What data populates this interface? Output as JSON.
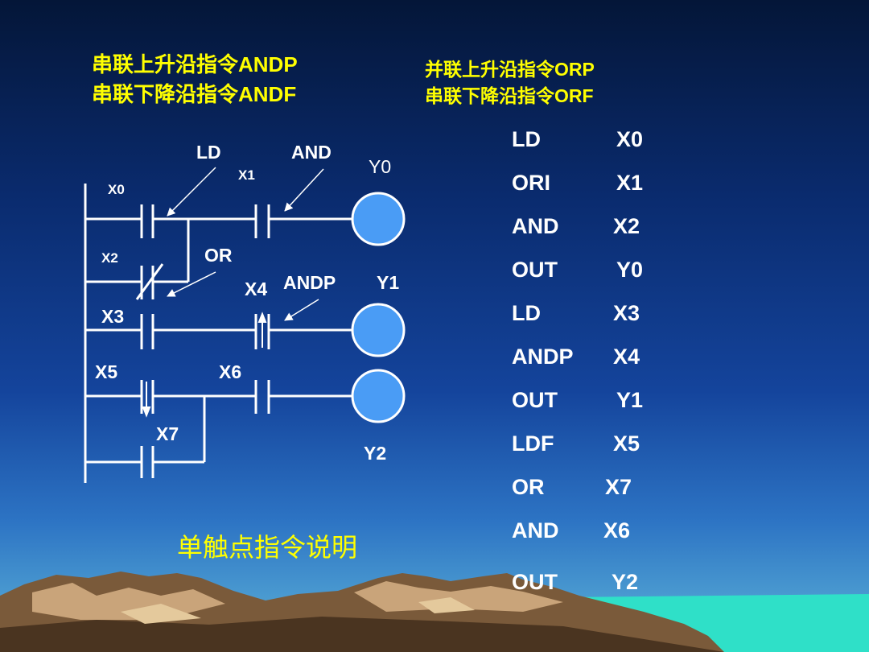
{
  "headings": {
    "left_line1": "串联上升沿指令ANDP",
    "left_line2": "串联下降沿指令ANDF",
    "right_line1": "并联上升沿指令ORP",
    "right_line2": "串联下降沿指令ORF"
  },
  "diagram": {
    "callouts": {
      "ld": "LD",
      "and": "AND",
      "or": "OR",
      "andp": "ANDP"
    },
    "contacts": {
      "x0": "X0",
      "x1": "X1",
      "x2": "X2",
      "x3": "X3",
      "x4": "X4",
      "x5": "X5",
      "x6": "X6",
      "x7": "X7"
    },
    "outputs": {
      "y0": "Y0",
      "y1": "Y1",
      "y2": "Y2"
    },
    "colors": {
      "coil": "#4a9cf5",
      "wire": "#ffffff"
    }
  },
  "instructions": [
    {
      "op": "LD",
      "operand": "X0"
    },
    {
      "op": "ORI",
      "operand": "X1"
    },
    {
      "op": "AND",
      "operand": "X2"
    },
    {
      "op": "OUT",
      "operand": "Y0"
    },
    {
      "op": "LD",
      "operand": "X3"
    },
    {
      "op": "ANDP",
      "operand": "X4"
    },
    {
      "op": "OUT",
      "operand": "Y1"
    },
    {
      "op": "LDF",
      "operand": "X5"
    },
    {
      "op": "OR",
      "operand": "X7"
    },
    {
      "op": "AND",
      "operand": "X6"
    },
    {
      "op": "OUT",
      "operand": "Y2"
    }
  ],
  "caption": "单触点指令说明"
}
